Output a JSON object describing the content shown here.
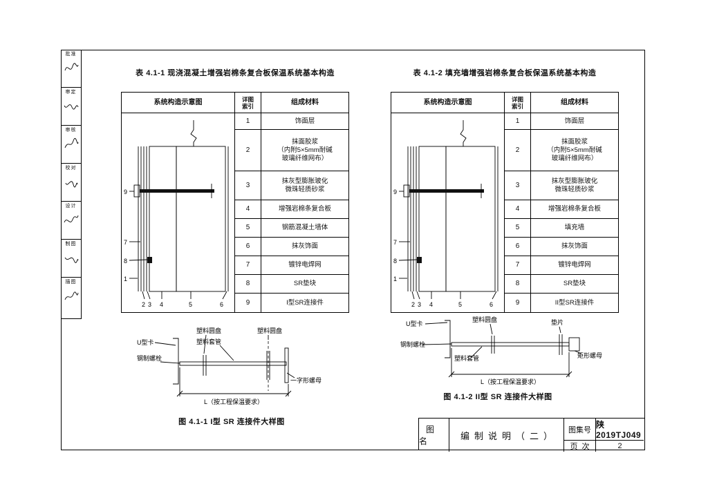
{
  "sidebar": {
    "items": [
      {
        "label": "批准"
      },
      {
        "label": "审定"
      },
      {
        "label": "审核"
      },
      {
        "label": "校对"
      },
      {
        "label": "设计"
      },
      {
        "label": "制图"
      },
      {
        "label": "描图"
      }
    ]
  },
  "tables": [
    {
      "title": "表 4.1-1  现浇混凝土增强岩棉条复合板保温系统基本构造",
      "headers": {
        "diagram": "系统构造示意图",
        "index": "详图\n索引",
        "material": "组成材料"
      },
      "rows": [
        {
          "no": "1",
          "material": "饰面层"
        },
        {
          "no": "2",
          "material": "抹面胶浆\n（内附5×5mm耐碱\n玻璃纤维网布）"
        },
        {
          "no": "3",
          "material": "抹灰型膨胀玻化\n微珠轻质砂浆"
        },
        {
          "no": "4",
          "material": "增强岩棉条复合板"
        },
        {
          "no": "5",
          "material": "钢筋混凝土墙体"
        },
        {
          "no": "6",
          "material": "抹灰饰面"
        },
        {
          "no": "7",
          "material": "镀锌电焊网"
        },
        {
          "no": "8",
          "material": "SR垫块"
        },
        {
          "no": "9",
          "material": "I型SR连接件"
        }
      ],
      "diagram_labels": {
        "left": [
          "9",
          "7",
          "8",
          "1"
        ],
        "bottom": [
          "2",
          "3",
          "4",
          "5",
          "6"
        ]
      }
    },
    {
      "title": "表 4.1-2  填充墙增强岩棉条复合板保温系统基本构造",
      "headers": {
        "diagram": "系统构造示意图",
        "index": "详图\n索引",
        "material": "组成材料"
      },
      "rows": [
        {
          "no": "1",
          "material": "饰面层"
        },
        {
          "no": "2",
          "material": "抹面胶浆\n（内附5×5mm耐碱\n玻璃纤维网布）"
        },
        {
          "no": "3",
          "material": "抹灰型膨胀玻化\n微珠轻质砂浆"
        },
        {
          "no": "4",
          "material": "增强岩棉条复合板"
        },
        {
          "no": "5",
          "material": "填充墙"
        },
        {
          "no": "6",
          "material": "抹灰饰面"
        },
        {
          "no": "7",
          "material": "镀锌电焊网"
        },
        {
          "no": "8",
          "material": "SR垫块"
        },
        {
          "no": "9",
          "material": "II型SR连接件"
        }
      ],
      "diagram_labels": {
        "left": [
          "9",
          "7",
          "8",
          "1"
        ],
        "bottom": [
          "2",
          "3",
          "4",
          "5",
          "6"
        ]
      }
    }
  ],
  "figures": [
    {
      "caption": "图 4.1-1  I型 SR 连接件大样图",
      "labels": {
        "u_clip": "U型卡",
        "disc_left": "塑料圆盘",
        "sleeve": "塑料套管",
        "disc_right": "塑料圆盘",
        "bolt": "钢制螺栓",
        "nut": "一字形螺母",
        "dim": "L（按工程保温要求）"
      }
    },
    {
      "caption": "图 4.1-2  II型 SR 连接件大样图",
      "labels": {
        "u_clip": "U型卡",
        "disc": "塑料圆盘",
        "washer": "垫片",
        "bolt": "钢制螺栓",
        "sleeve": "塑料套管",
        "nut": "矩形螺母",
        "dim": "L（按工程保温要求）"
      }
    }
  ],
  "title_block": {
    "name_label": "图名",
    "name": "编制说明（二）",
    "atlas_label": "图集号",
    "atlas_no": "陕2019TJ049",
    "page_label": "页次",
    "page_no": "2"
  }
}
